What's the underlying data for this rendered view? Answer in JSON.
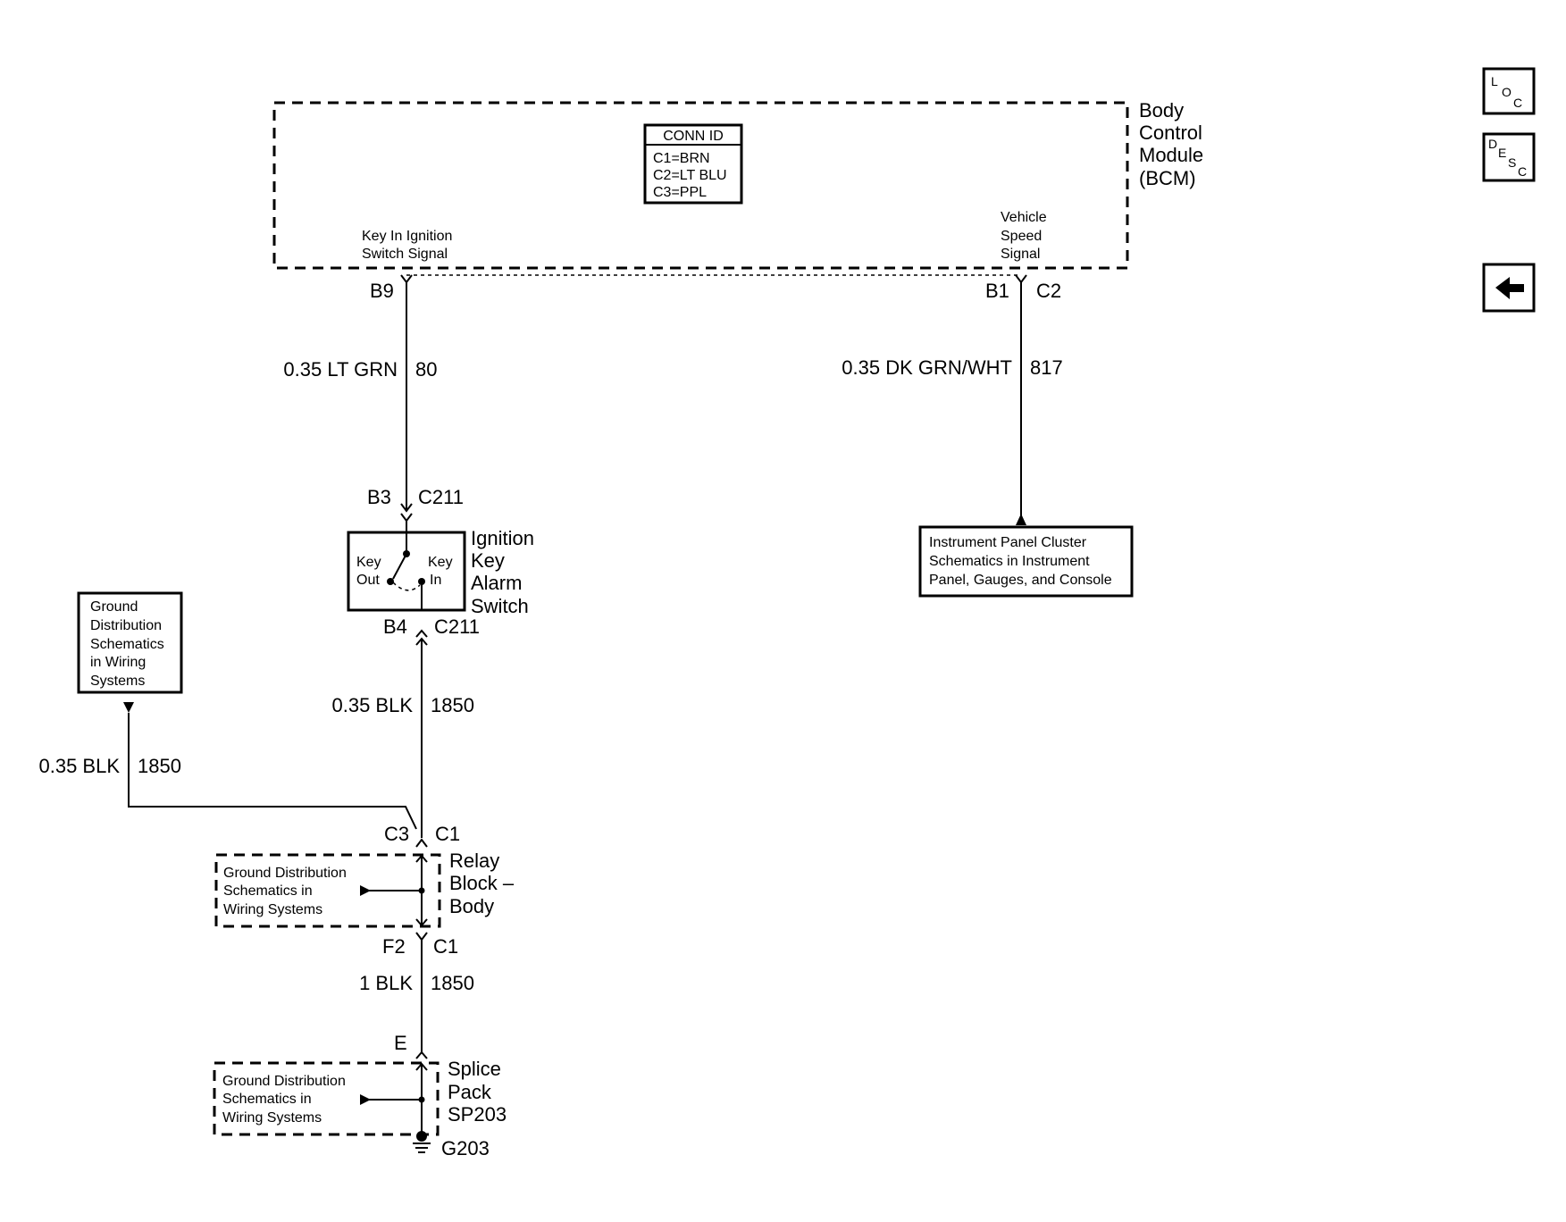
{
  "bcm": {
    "name_lines": [
      "Body",
      "Control",
      "Module",
      "(BCM)"
    ],
    "key_in_signal": [
      "Key In Ignition",
      "Switch Signal"
    ],
    "vss_signal": [
      "Vehicle",
      "Speed",
      "Signal"
    ]
  },
  "conn_id": {
    "title": "CONN ID",
    "lines": [
      "C1=BRN",
      "C2=LT BLU",
      "C3=PPL"
    ]
  },
  "pins": {
    "b9": "B9",
    "b1": "B1",
    "c2": "C2",
    "b3": "B3",
    "c211_top": "C211",
    "b4": "B4",
    "c211_bottom": "C211",
    "c3": "C3",
    "c1_top": "C1",
    "f2": "F2",
    "c1_bottom": "C1",
    "e": "E",
    "g203": "G203"
  },
  "wires": {
    "key_in": {
      "gauge_color": "0.35 LT GRN",
      "circuit": "80"
    },
    "vss": {
      "gauge_color": "0.35 DK GRN/WHT",
      "circuit": "817"
    },
    "switch_ground": {
      "gauge_color": "0.35 BLK",
      "circuit": "1850"
    },
    "left_ground": {
      "gauge_color": "0.35 BLK",
      "circuit": "1850"
    },
    "relay_to_splice": {
      "gauge_color": "1 BLK",
      "circuit": "1850"
    }
  },
  "switch": {
    "name_lines": [
      "Ignition",
      "Key",
      "Alarm",
      "Switch"
    ],
    "key_out": [
      "Key",
      "Out"
    ],
    "key_in": [
      "Key",
      "In"
    ]
  },
  "ipc_ref": [
    "Instrument Panel Cluster",
    "Schematics in Instrument",
    "Panel, Gauges, and Console"
  ],
  "ground_ref_left": [
    "Ground",
    "Distribution",
    "Schematics",
    "in Wiring",
    "Systems"
  ],
  "relay_block": {
    "name_lines": [
      "Relay",
      "Block –",
      "Body"
    ],
    "ref_lines": [
      "Ground Distribution",
      "Schematics in",
      "Wiring Systems"
    ]
  },
  "splice_pack": {
    "name_lines": [
      "Splice",
      "Pack",
      "SP203"
    ],
    "ref_lines": [
      "Ground Distribution",
      "Schematics in",
      "Wiring Systems"
    ]
  },
  "nav": {
    "loc": {
      "l": "L",
      "o": "O",
      "c": "C"
    },
    "desc": {
      "d": "D",
      "e": "E",
      "s": "S",
      "c": "C"
    },
    "back_icon": "left-arrow-icon"
  }
}
